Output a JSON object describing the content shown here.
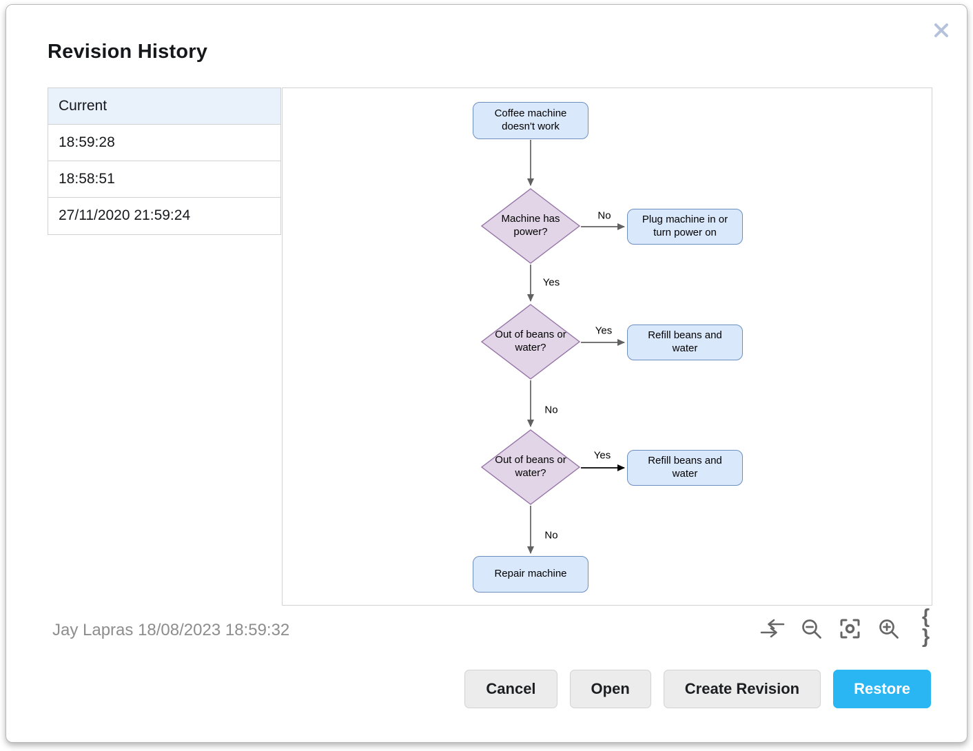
{
  "dialog": {
    "title": "Revision History"
  },
  "revision_list": {
    "items": [
      {
        "label": "Current",
        "selected": true
      },
      {
        "label": "18:59:28",
        "selected": false
      },
      {
        "label": "18:58:51",
        "selected": false
      },
      {
        "label": "27/11/2020 21:59:24",
        "selected": false
      }
    ]
  },
  "preview": {
    "flowchart": {
      "type": "flowchart",
      "nodes": [
        {
          "id": "start",
          "shape": "rounded-rect",
          "label": "Coffee machine doesn't work"
        },
        {
          "id": "power",
          "shape": "diamond",
          "label": "Machine has power?"
        },
        {
          "id": "plug",
          "shape": "rounded-rect",
          "label": "Plug machine in or turn power on"
        },
        {
          "id": "beans1",
          "shape": "diamond",
          "label": "Out of beans or water?"
        },
        {
          "id": "refill1",
          "shape": "rounded-rect",
          "label": "Refill beans and water"
        },
        {
          "id": "beans2",
          "shape": "diamond",
          "label": "Out of beans or water?"
        },
        {
          "id": "refill2",
          "shape": "rounded-rect",
          "label": "Refill beans and water"
        },
        {
          "id": "repair",
          "shape": "rounded-rect",
          "label": "Repair machine"
        }
      ],
      "edges": [
        {
          "from": "start",
          "to": "power",
          "label": ""
        },
        {
          "from": "power",
          "to": "plug",
          "label": "No"
        },
        {
          "from": "power",
          "to": "beans1",
          "label": "Yes"
        },
        {
          "from": "beans1",
          "to": "refill1",
          "label": "Yes"
        },
        {
          "from": "beans1",
          "to": "beans2",
          "label": "No"
        },
        {
          "from": "beans2",
          "to": "refill2",
          "label": "Yes"
        },
        {
          "from": "beans2",
          "to": "repair",
          "label": "No"
        }
      ]
    }
  },
  "footer": {
    "revision_info": "Jay Lapras 18/08/2023 18:59:32",
    "toolbar_icons": [
      "compare-icon",
      "zoom-out-icon",
      "reset-view-icon",
      "zoom-in-icon",
      "edit-xml-icon"
    ],
    "braces_glyph": "{ }"
  },
  "actions": {
    "cancel": "Cancel",
    "open": "Open",
    "create_revision": "Create Revision",
    "restore": "Restore"
  },
  "colors": {
    "accent": "#29b6f2",
    "node_fill": "#dae8fc",
    "node_stroke": "#6c8ebf",
    "decision_fill": "#e1d5e7",
    "decision_stroke": "#9673a6",
    "arrow": "#616161",
    "arrow_dark": "#000000",
    "selected_row_bg": "#e9f1fb",
    "close_icon": "#b4c2da",
    "icon_gray": "#666666"
  }
}
